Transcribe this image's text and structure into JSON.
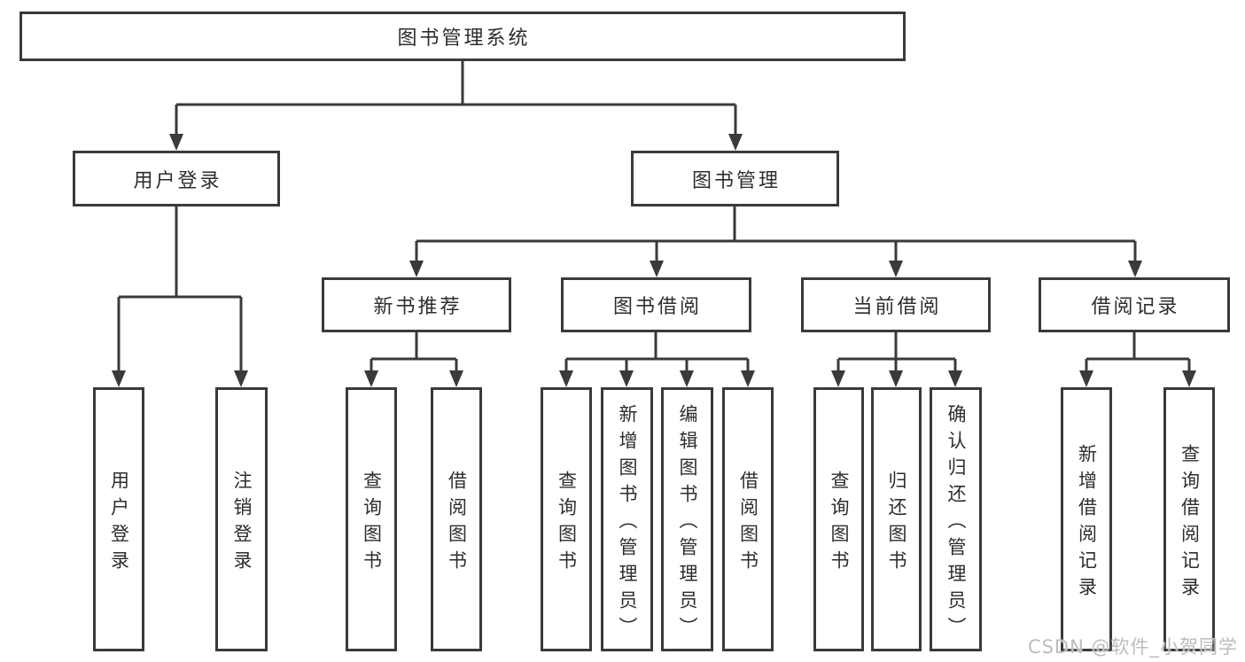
{
  "diagram": {
    "type": "hierarchy-tree",
    "root": {
      "label": "图书管理系统",
      "children": [
        {
          "label": "用户登录",
          "children": [
            {
              "label": "用户登录"
            },
            {
              "label": "注销登录"
            }
          ]
        },
        {
          "label": "图书管理",
          "children": [
            {
              "label": "新书推荐",
              "children": [
                {
                  "label": "查询图书"
                },
                {
                  "label": "借阅图书"
                }
              ]
            },
            {
              "label": "图书借阅",
              "children": [
                {
                  "label": "查询图书"
                },
                {
                  "label": "新增图书（管理员）"
                },
                {
                  "label": "编辑图书（管理员）"
                },
                {
                  "label": "借阅图书"
                }
              ]
            },
            {
              "label": "当前借阅",
              "children": [
                {
                  "label": "查询图书"
                },
                {
                  "label": "归还图书"
                },
                {
                  "label": "确认归还（管理员）"
                }
              ]
            },
            {
              "label": "借阅记录",
              "children": [
                {
                  "label": "新增借阅记录"
                },
                {
                  "label": "查询借阅记录"
                }
              ]
            }
          ]
        }
      ]
    }
  },
  "watermark": {
    "text": "CSDN @软件_小贺同学"
  },
  "colors": {
    "background": "#ffffff",
    "line": "#3a3a3a",
    "box_border": "#3a3a3a",
    "box_fill": "#ffffff",
    "text": "#2d2d2d",
    "watermark": "#bdbdbd"
  }
}
